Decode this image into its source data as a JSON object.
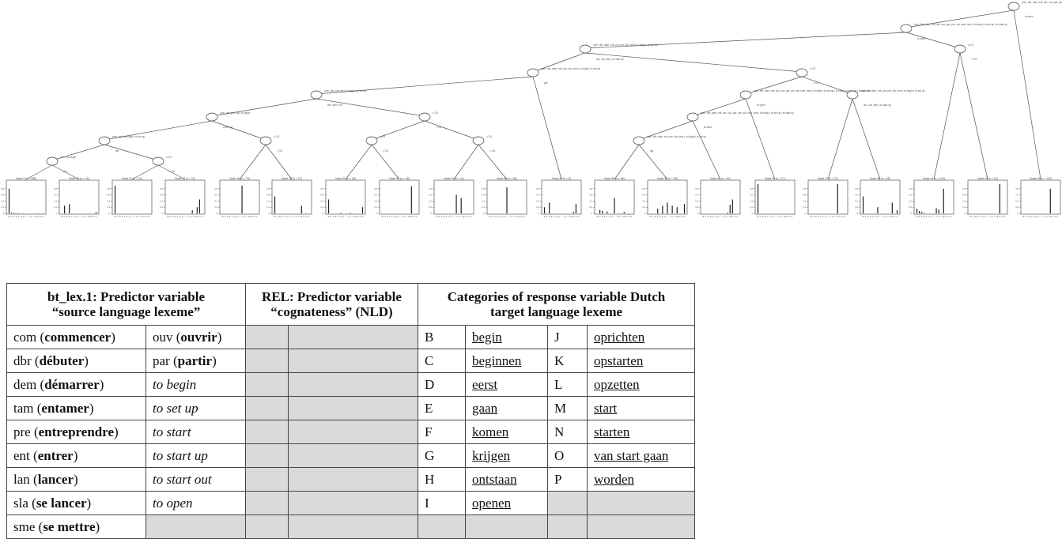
{
  "tree": {
    "inner_nodes": [
      {
        "id": "1",
        "split_label": "com, dbr, dem, ent, lan, ouv, par, pre, sla, sme, tam | to begin | to set up | to start | to start up | to start out",
        "right_label": "to open"
      },
      {
        "id": "2",
        "split_label": "com, dbr, dem, ent, lan, ouv, par, pre, sla, sme, tam | to begin | to set up | to start up",
        "right_label": "to start"
      },
      {
        "id": "3",
        "split_label": "com, dbr, dem, ent, par, pre, sla, sme | to begin | to set up",
        "right_label": "lan, ouv, tam | to start up"
      },
      {
        "id": "4",
        "split_label": "com, dbr, dem, ent, pre, sla, sme | to begin | to set up",
        "right_label": "par"
      },
      {
        "id": "5",
        "split_label": "com, par, pre, sla | to begin | to set up",
        "right_label": "dbr, dem, ent"
      },
      {
        "id": "6",
        "split_label": "com, par, pre, sla | to begin",
        "right_label": "to set up"
      },
      {
        "id": "7",
        "split_label": "com, pre | to begin | to set up",
        "right_label": "sla"
      },
      {
        "id": "8",
        "split_label": "com | to begin",
        "right_label": "pre"
      },
      {
        "id": "9",
        "split_label": "≤ 0.5",
        "right_label": "> 0.5"
      },
      {
        "id": "10",
        "split_label": "≤ 0.5",
        "right_label": "> 0.5"
      },
      {
        "id": "11",
        "split_label": "≤ 0.5",
        "right_label": "> 0.5"
      },
      {
        "id": "12",
        "split_label": "≤ 0.5",
        "right_label": "> 0.5"
      },
      {
        "id": "13",
        "split_label": "≤ 0.5",
        "right_label": "> 0.5"
      },
      {
        "id": "14",
        "split_label": "≤ 0.5",
        "right_label": "> 0.5"
      },
      {
        "id": "15",
        "split_label": "≤ 0.5",
        "right_label": "> 0.5"
      }
    ],
    "category_axis": [
      "B",
      "C",
      "D",
      "E",
      "F",
      "G",
      "H",
      "I",
      "J",
      "K",
      "L",
      "M",
      "N",
      "O",
      "P"
    ],
    "y_ticks": [
      "0",
      "0.2",
      "0.4",
      "0.6",
      "0.8"
    ],
    "leaves": [
      {
        "label": "Node 9 (n = 368)",
        "values": [
          0.8,
          0.03,
          0.02,
          0.01,
          0.01,
          0,
          0.01,
          0,
          0,
          0,
          0,
          0,
          0.01,
          0,
          0.01
        ]
      },
      {
        "label": "Node 10 (n = 16)",
        "values": [
          0,
          0.25,
          0,
          0.3,
          0,
          0,
          0,
          0,
          0,
          0,
          0,
          0,
          0,
          0,
          0.05
        ]
      },
      {
        "label": "Node 11 (n = 16)",
        "values": [
          0.9,
          0,
          0,
          0,
          0,
          0,
          0,
          0,
          0,
          0,
          0,
          0,
          0,
          0,
          0
        ]
      },
      {
        "label": "Node 12 (n = 24)",
        "values": [
          0,
          0,
          0,
          0,
          0,
          0,
          0,
          0,
          0,
          0,
          0.1,
          0,
          0.2,
          0.45,
          0
        ]
      },
      {
        "label": "Node 16 (n = 79)",
        "values": [
          0,
          0,
          0,
          0,
          0,
          0,
          0,
          0,
          0.9,
          0,
          0,
          0,
          0,
          0,
          0
        ]
      },
      {
        "label": "Node 18 (n = 12)",
        "values": [
          0.55,
          0,
          0,
          0,
          0,
          0,
          0,
          0,
          0,
          0,
          0,
          0.25,
          0,
          0,
          0
        ]
      },
      {
        "label": "Node 20 (n = 46)",
        "values": [
          0.45,
          0,
          0,
          0,
          0,
          0.02,
          0,
          0,
          0,
          0.02,
          0,
          0,
          0,
          0,
          0.2
        ]
      },
      {
        "label": "Node 22 (n = 48)",
        "values": [
          0,
          0,
          0,
          0,
          0,
          0,
          0,
          0,
          0,
          0,
          0,
          0,
          0.88,
          0,
          0
        ]
      },
      {
        "label": "Node 24 (n = 11)",
        "values": [
          0,
          0,
          0,
          0,
          0,
          0,
          0,
          0,
          0.6,
          0,
          0.5,
          0,
          0,
          0,
          0
        ]
      },
      {
        "label": "Node 25 (n = 66)",
        "values": [
          0,
          0,
          0,
          0,
          0,
          0,
          0,
          0.85,
          0,
          0,
          0,
          0,
          0,
          0,
          0
        ]
      },
      {
        "label": "Node 26 (n = 8)",
        "values": [
          0.2,
          0.01,
          0.35,
          0,
          0,
          0,
          0,
          0,
          0,
          0,
          0,
          0,
          0.05,
          0.3,
          0
        ]
      },
      {
        "label": "Node 30 (n = 36)",
        "values": [
          0,
          0.12,
          0.08,
          0,
          0.06,
          0,
          0,
          0.5,
          0,
          0,
          0,
          0.05,
          0,
          0,
          0
        ]
      },
      {
        "label": "Node 33 (n = 59)",
        "values": [
          0,
          0,
          0,
          0.15,
          0,
          0.25,
          0,
          0.35,
          0,
          0.25,
          0,
          0.2,
          0,
          0,
          0.3
        ]
      },
      {
        "label": "Node 34 (n = 81)",
        "values": [
          0,
          0,
          0,
          0,
          0,
          0,
          0,
          0,
          0,
          0,
          0.03,
          0.28,
          0.45,
          0,
          0
        ]
      },
      {
        "label": "Node 35 (n = 17)",
        "values": [
          0.95,
          0,
          0,
          0,
          0,
          0,
          0,
          0,
          0,
          0,
          0,
          0,
          0,
          0,
          0
        ]
      },
      {
        "label": "Node 37 (n = 12)",
        "values": [
          0,
          0,
          0,
          0,
          0,
          0,
          0,
          0,
          0,
          0,
          0,
          0.95,
          0,
          0,
          0
        ]
      },
      {
        "label": "Node 38 (n = 65)",
        "values": [
          0.55,
          0,
          0,
          0,
          0,
          0,
          0.2,
          0,
          0,
          0,
          0,
          0,
          0.35,
          0,
          0.1
        ]
      },
      {
        "label": "Node 41 (n = 104)",
        "values": [
          0.15,
          0.08,
          0.05,
          0.02,
          0,
          0,
          0,
          0,
          0.17,
          0.12,
          0,
          0.8,
          0,
          0,
          0
        ]
      },
      {
        "label": "Node 42 (n = 14)",
        "values": [
          0,
          0,
          0,
          0,
          0,
          0,
          0,
          0,
          0,
          0,
          0,
          0,
          0.95,
          0,
          0
        ]
      },
      {
        "label": "Node 43 (n = 113)",
        "values": [
          0,
          0,
          0,
          0,
          0,
          0,
          0,
          0,
          0,
          0,
          0,
          0.8,
          0,
          0,
          0
        ]
      }
    ]
  },
  "legend": {
    "headers": {
      "predictor1": [
        "bt_lex.1: Predictor variable",
        "“source language lexeme”"
      ],
      "predictor2": [
        "REL: Predictor variable",
        "“cognateness” (NLD)"
      ],
      "response": [
        "Categories of response variable Dutch",
        "target language lexeme"
      ]
    },
    "rows": [
      {
        "a_code": "com",
        "a_word": "commencer",
        "b_code": "ouv",
        "b_word": "ouvrir",
        "b_italic": "",
        "c1_letter": "B",
        "c1_word": "begin",
        "c2_letter": "J",
        "c2_word": "oprichten"
      },
      {
        "a_code": "dbr",
        "a_word": "débuter",
        "b_code": "par",
        "b_word": "partir",
        "b_italic": "",
        "c1_letter": "C",
        "c1_word": "beginnen",
        "c2_letter": "K",
        "c2_word": "opstarten"
      },
      {
        "a_code": "dem",
        "a_word": "démarrer",
        "b_code": "",
        "b_word": "",
        "b_italic": "to begin",
        "c1_letter": "D",
        "c1_word": "eerst",
        "c2_letter": "L",
        "c2_word": "opzetten"
      },
      {
        "a_code": "tam",
        "a_word": "entamer",
        "b_code": "",
        "b_word": "",
        "b_italic": "to set up",
        "c1_letter": "E",
        "c1_word": "gaan",
        "c2_letter": "M",
        "c2_word": "start"
      },
      {
        "a_code": "pre",
        "a_word": "entreprendre",
        "b_code": "",
        "b_word": "",
        "b_italic": "to start",
        "c1_letter": "F",
        "c1_word": "komen",
        "c2_letter": "N",
        "c2_word": "starten"
      },
      {
        "a_code": "ent",
        "a_word": "entrer",
        "b_code": "",
        "b_word": "",
        "b_italic": "to start up",
        "c1_letter": "G",
        "c1_word": "krijgen",
        "c2_letter": "O",
        "c2_word": "van start gaan"
      },
      {
        "a_code": "lan",
        "a_word": "lancer",
        "b_code": "",
        "b_word": "",
        "b_italic": "to start out",
        "c1_letter": "H",
        "c1_word": "ontstaan",
        "c2_letter": "P",
        "c2_word": "worden"
      },
      {
        "a_code": "sla",
        "a_word": "se lancer",
        "b_code": "",
        "b_word": "",
        "b_italic": "to open",
        "c1_letter": "I",
        "c1_word": "openen",
        "c2_letter": "",
        "c2_word": ""
      },
      {
        "a_code": "sme",
        "a_word": "se mettre",
        "b_code": "",
        "b_word": "",
        "b_italic": "",
        "c1_letter": "",
        "c1_word": "",
        "c2_letter": "",
        "c2_word": ""
      }
    ]
  }
}
